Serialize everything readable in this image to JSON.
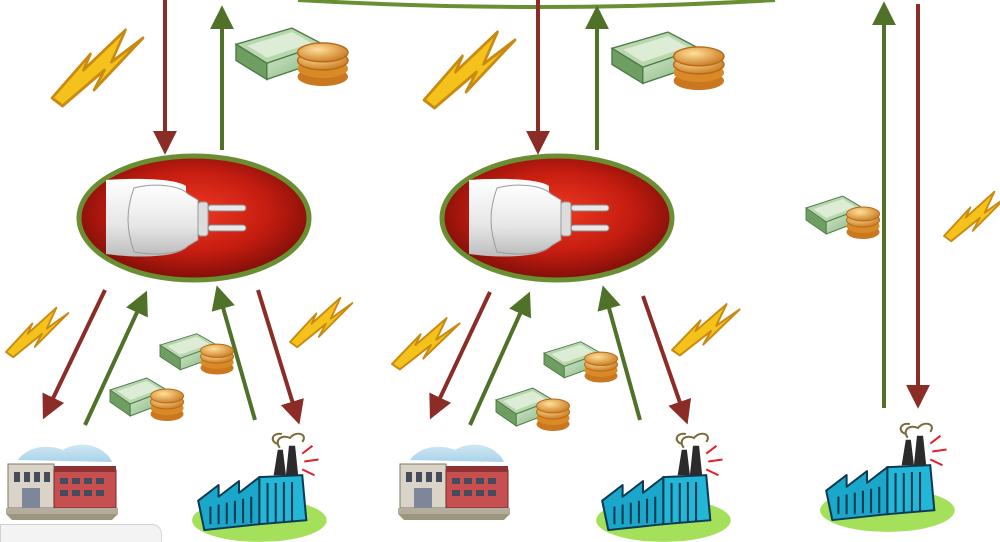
{
  "colors": {
    "power_flow": "#8b2c26",
    "money_flow": "#4f7128",
    "hub_fill_inner": "#e8321e",
    "hub_fill_outer": "#6e0c07",
    "hub_border": "#6a8f33",
    "top_bus": "#6a8f33",
    "lightning": "#f4c21a",
    "lightning_edge": "#c88a12",
    "factory_body": "#1aa7c9",
    "factory_ground": "#a5e05a"
  },
  "icons": {
    "hub": "power-plug-icon",
    "power": "lightning-bolt-icon",
    "payment": "money-cash-coins-icon",
    "consumer": "building-icon",
    "producer": "factory-icon"
  },
  "clusters": [
    {
      "id": "left",
      "hub": "power-plug-hub",
      "consumer": "building",
      "producer": "factory"
    },
    {
      "id": "middle",
      "hub": "power-plug-hub",
      "consumer": "building",
      "producer": "factory"
    },
    {
      "id": "right",
      "producer": "factory"
    }
  ]
}
